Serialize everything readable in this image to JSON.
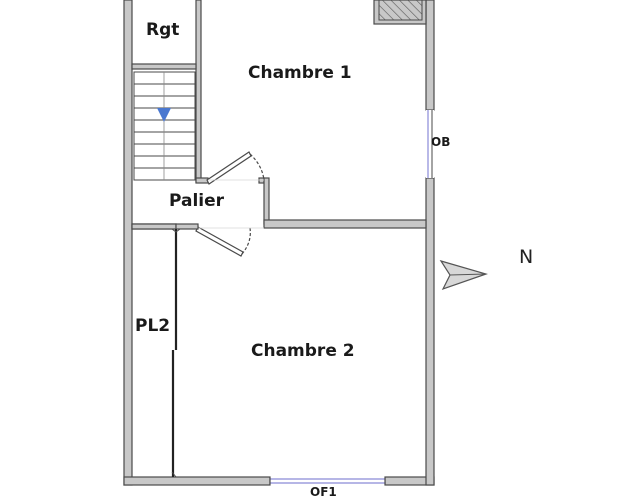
{
  "plan": {
    "rooms": [
      {
        "id": "rgt",
        "label": "Rgt"
      },
      {
        "id": "chambre1",
        "label": "Chambre 1"
      },
      {
        "id": "palier",
        "label": "Palier"
      },
      {
        "id": "pl2",
        "label": "PL2"
      },
      {
        "id": "chambre2",
        "label": "Chambre 2"
      }
    ],
    "openings": [
      {
        "id": "ob",
        "label": "OB"
      },
      {
        "id": "of1",
        "label": "OF1"
      }
    ],
    "compass": {
      "label": "N",
      "direction": "east"
    },
    "colors": {
      "wall_fill": "#c8c8c8",
      "wall_stroke": "#4a4a4a",
      "window": "#8a8ad8",
      "stair_arrow": "#4a78d0"
    }
  }
}
